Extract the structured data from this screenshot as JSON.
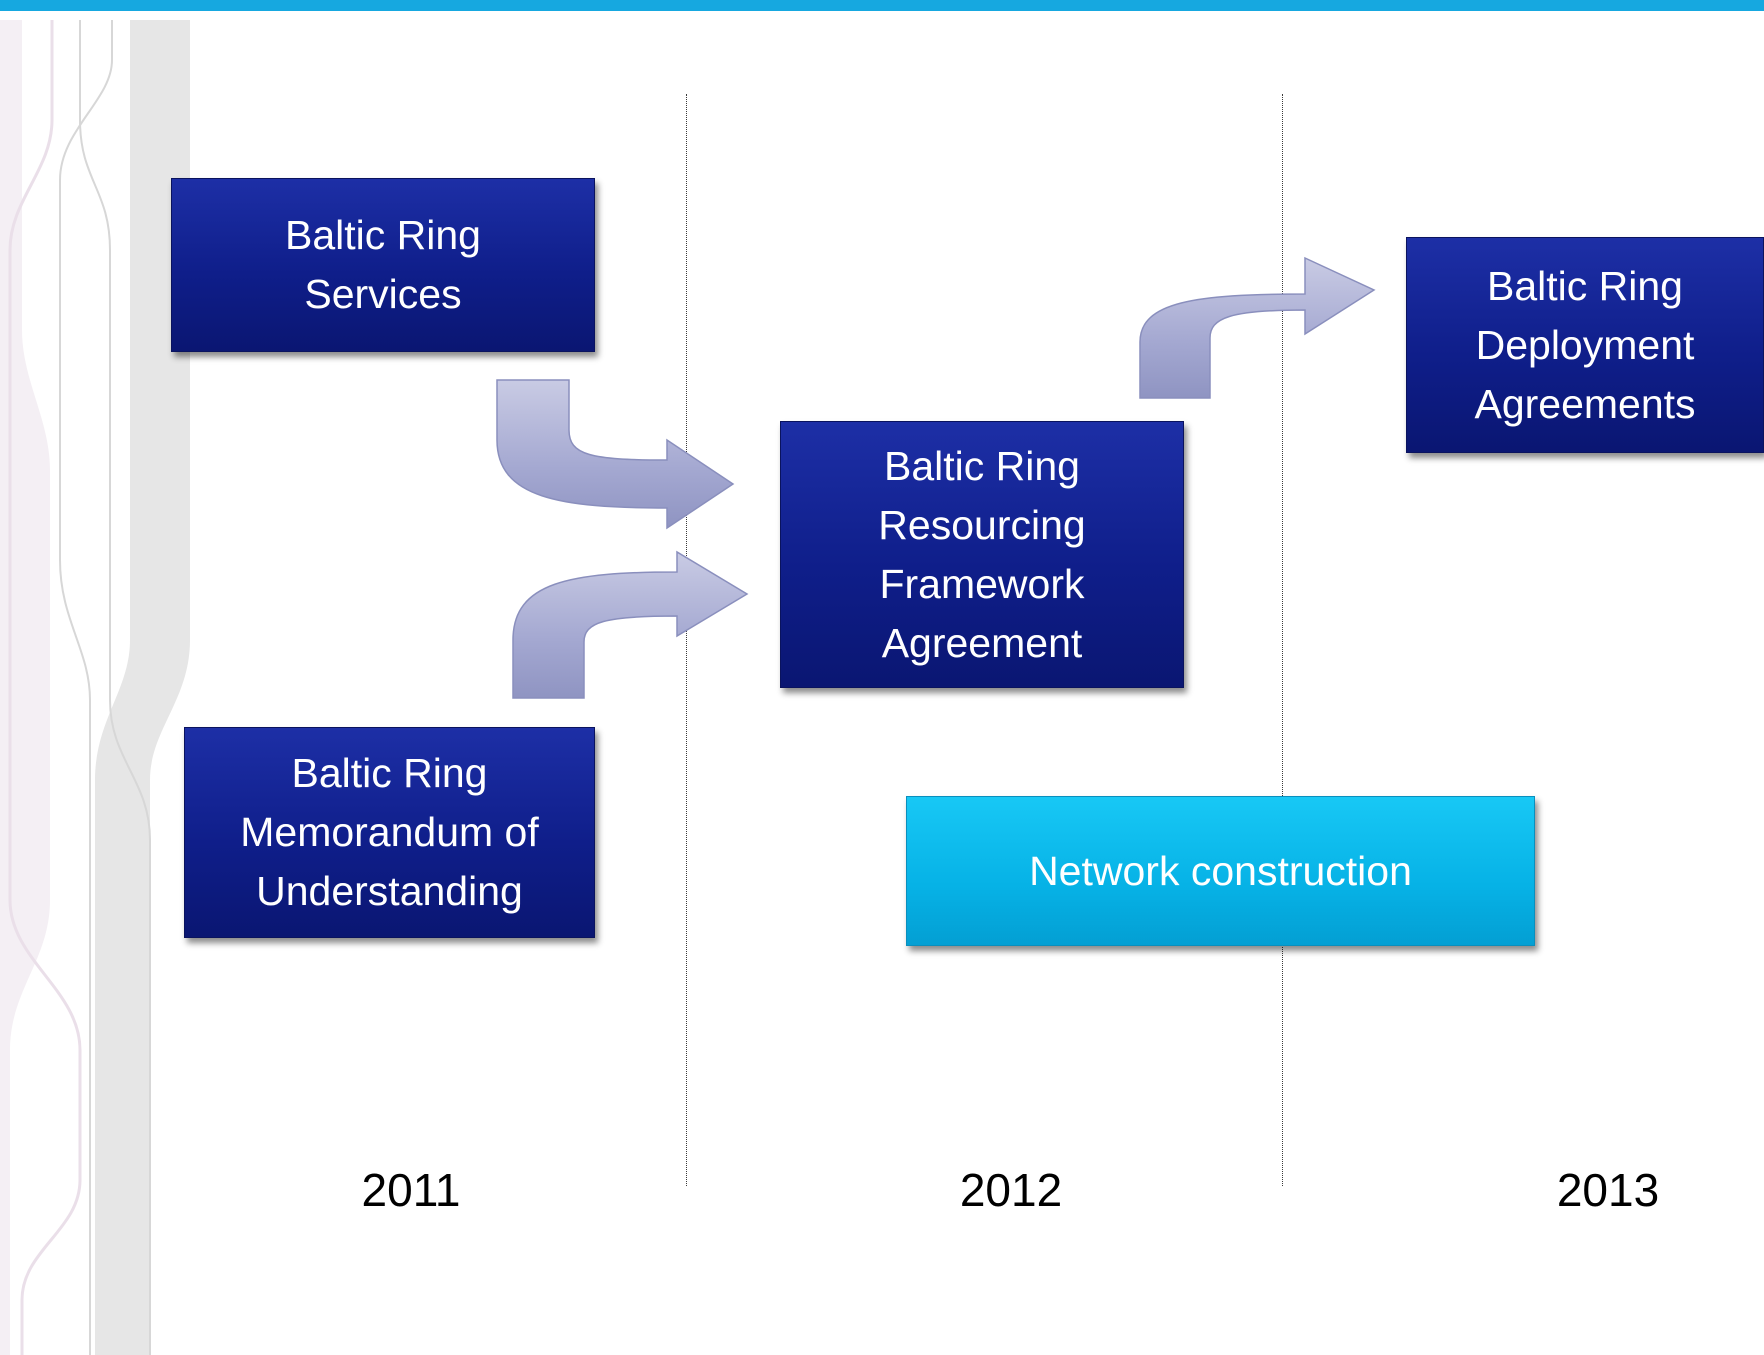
{
  "colors": {
    "top_bar": "#16a8e0",
    "box_dark": "#0f1e8a",
    "box_cyan": "#06b2e6",
    "arrow_fill": "#a7abd2",
    "decor_gray": "#e6e6e6",
    "decor_pink": "#f3eef3"
  },
  "boxes": {
    "services": "Baltic Ring\nServices",
    "memorandum": "Baltic Ring\nMemorandum of\nUnderstanding",
    "resourcing": "Baltic Ring\nResourcing\nFramework\nAgreement",
    "deployment": "Baltic Ring\nDeployment\nAgreements",
    "network": "Network construction"
  },
  "years": [
    "2011",
    "2012",
    "2013"
  ],
  "icons": {
    "arrow": "curved-arrow-icon"
  }
}
